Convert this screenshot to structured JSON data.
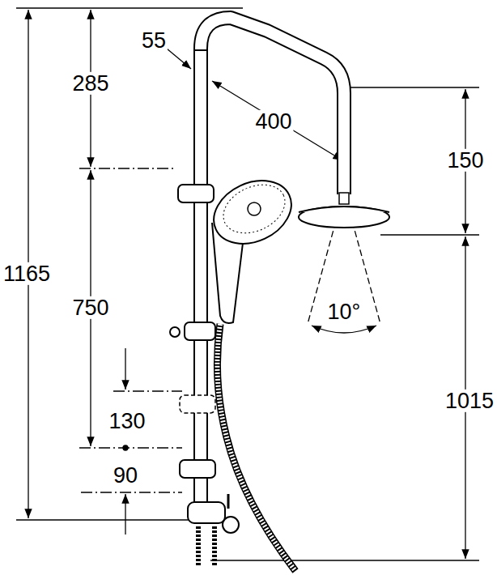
{
  "diagram": {
    "labels": [
      "55",
      "285",
      "400",
      "150",
      "1165",
      "750",
      "10°",
      "130",
      "1015",
      "90"
    ]
  }
}
